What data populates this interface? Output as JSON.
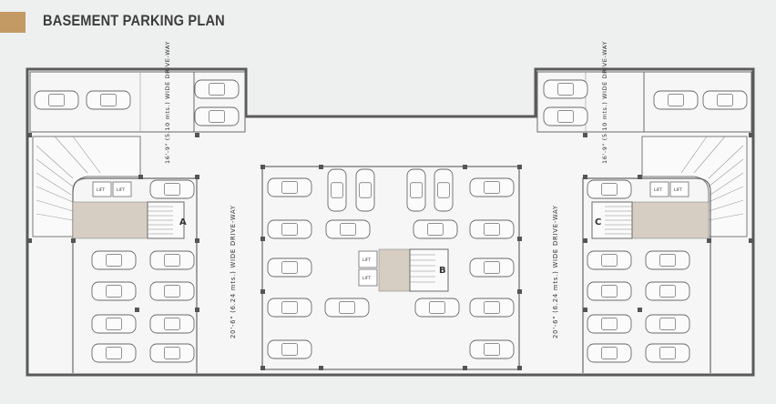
{
  "header": {
    "title": "BASEMENT PARKING PLAN",
    "accent_color": "#c39a64"
  },
  "plan": {
    "driveway_labels": {
      "top_left": "16'-9\" (5.10 mts.) WIDE DRIVE-WAY",
      "top_right": "16'-9\" (5.10 mts.) WIDE DRIVE-WAY",
      "left_main": "20'-6\" (6.24 mts.) WIDE DRIVE-WAY",
      "right_main": "20'-6\" (6.24 mts.) WIDE DRIVE-WAY"
    },
    "cores": {
      "a": {
        "label": "A",
        "lift_1": "LIFT",
        "lift_2": "LIFT"
      },
      "b": {
        "label": "B",
        "lift_1": "LIFT",
        "lift_2": "LIFT"
      },
      "c": {
        "label": "C",
        "lift_1": "LIFT",
        "lift_2": "LIFT"
      }
    },
    "colors": {
      "wall": "#5a5a5a",
      "floor": "#f5f6f5",
      "lobby": "#d7cec3",
      "car_fill": "#fbfbfb",
      "car_stroke": "#6a6a6a"
    }
  }
}
